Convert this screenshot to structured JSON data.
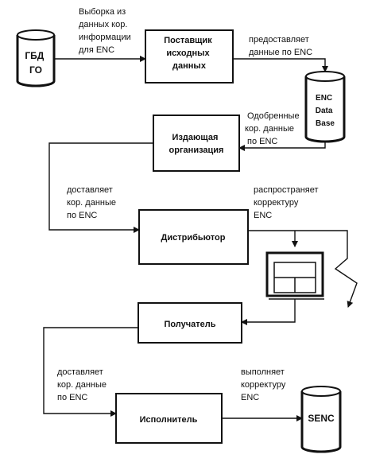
{
  "diagram": {
    "nodes": {
      "gbd": {
        "lines": [
          "ГБД",
          "ГО"
        ]
      },
      "supplier": {
        "lines": [
          "Поставщик",
          "исходных",
          "данных"
        ]
      },
      "enc_db": {
        "lines": [
          "ENC",
          "Data",
          "Base"
        ]
      },
      "publisher": {
        "lines": [
          "Издающая",
          "организация"
        ]
      },
      "distributor": {
        "lines": [
          "Дистрибьютор"
        ]
      },
      "recipient": {
        "lines": [
          "Получатель"
        ]
      },
      "executor": {
        "lines": [
          "Исполнитель"
        ]
      },
      "senc": {
        "lines": [
          "SENC"
        ]
      }
    },
    "labels": {
      "selection": [
        "Выборка из",
        "данных кор.",
        "информации",
        "для  ENC"
      ],
      "provides": [
        "предоставляет",
        "данные по ENC"
      ],
      "approved": [
        "Одобренные",
        "кор. данные",
        "по  ENC"
      ],
      "delivers1": [
        "доставляет",
        "кор. данные",
        "по ENC"
      ],
      "distributes": [
        "распространяет",
        "корректуру",
        "ENC"
      ],
      "delivers2": [
        "доставляет",
        "кор. данные",
        "по ENC"
      ],
      "performs": [
        "выполняет",
        "корректуру",
        "ENC"
      ]
    }
  }
}
